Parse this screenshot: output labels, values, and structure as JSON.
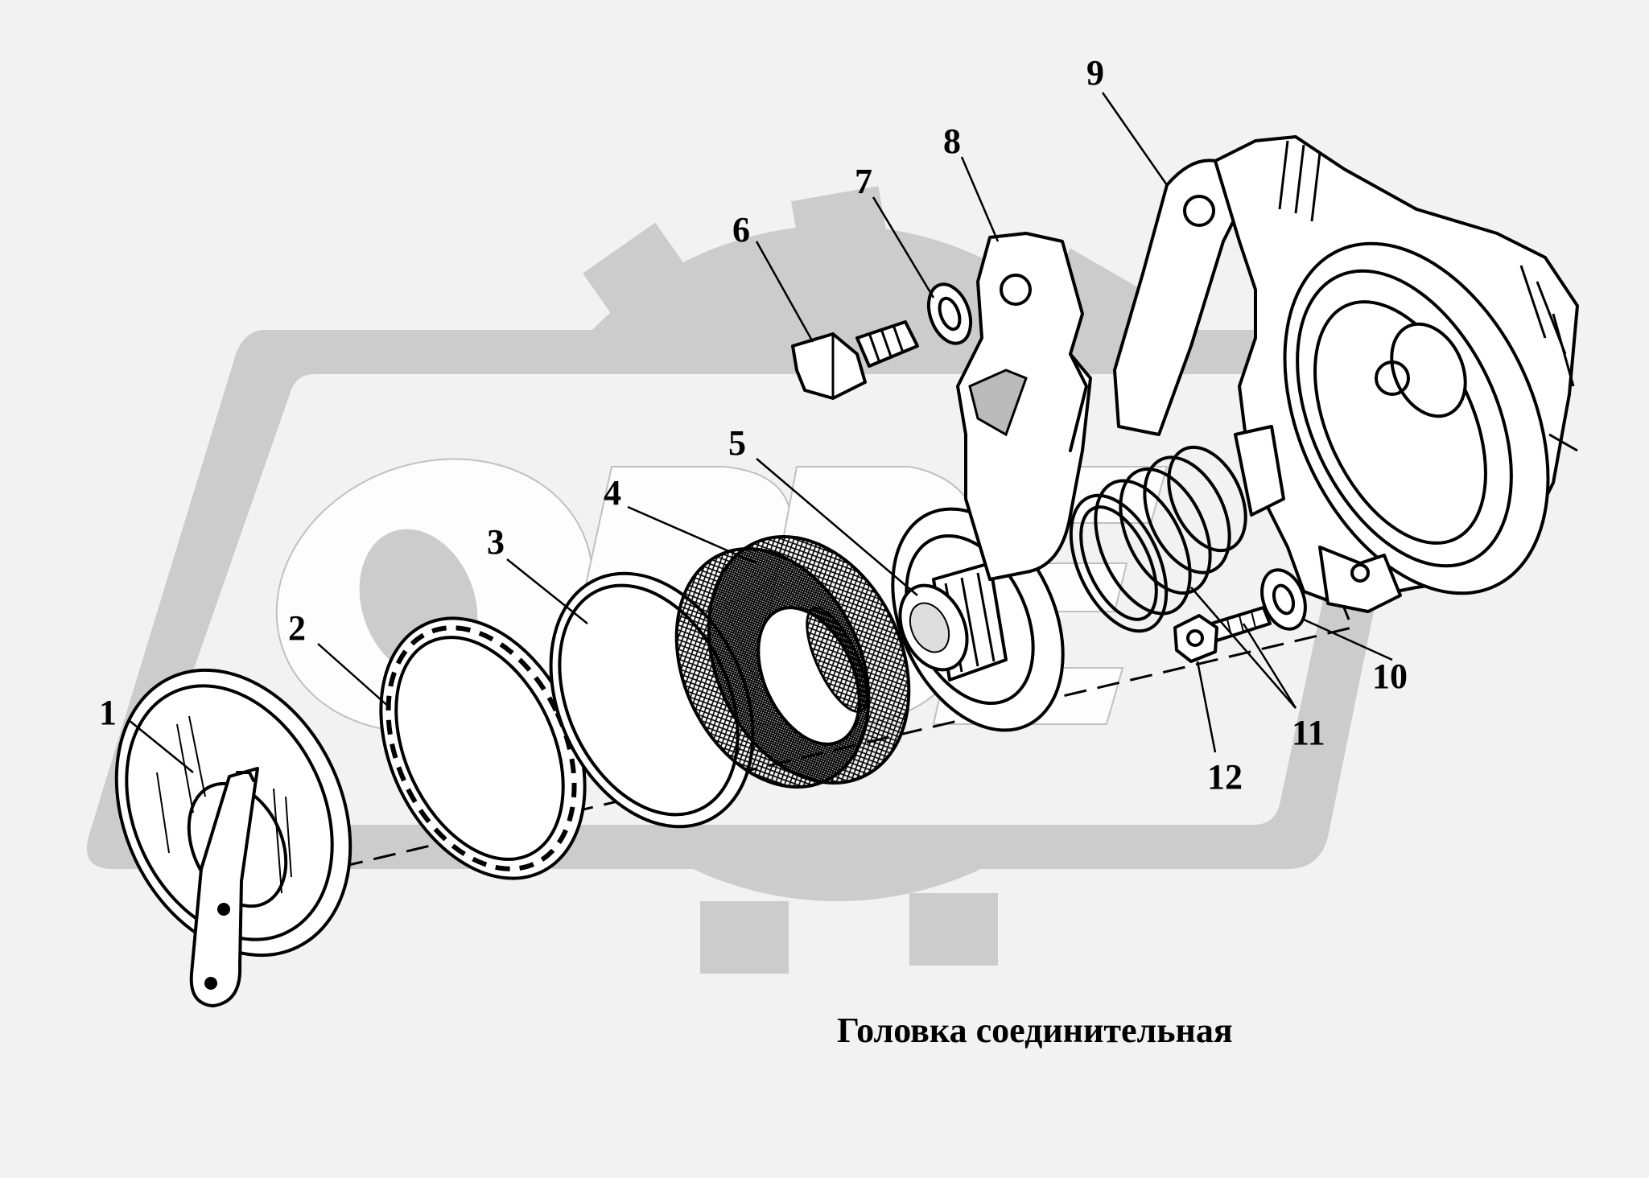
{
  "title": "Головка соединительная",
  "watermark": {
    "text": "ORDEX",
    "color": "#c8c8c8"
  },
  "callouts": [
    {
      "label": "1"
    },
    {
      "label": "2"
    },
    {
      "label": "3"
    },
    {
      "label": "4"
    },
    {
      "label": "5"
    },
    {
      "label": "6"
    },
    {
      "label": "7"
    },
    {
      "label": "8"
    },
    {
      "label": "9"
    },
    {
      "label": "10"
    },
    {
      "label": "11"
    },
    {
      "label": "12"
    }
  ],
  "colors": {
    "background": "#f2f2f2",
    "line": "#000000",
    "watermark": "#c8c8c8"
  }
}
